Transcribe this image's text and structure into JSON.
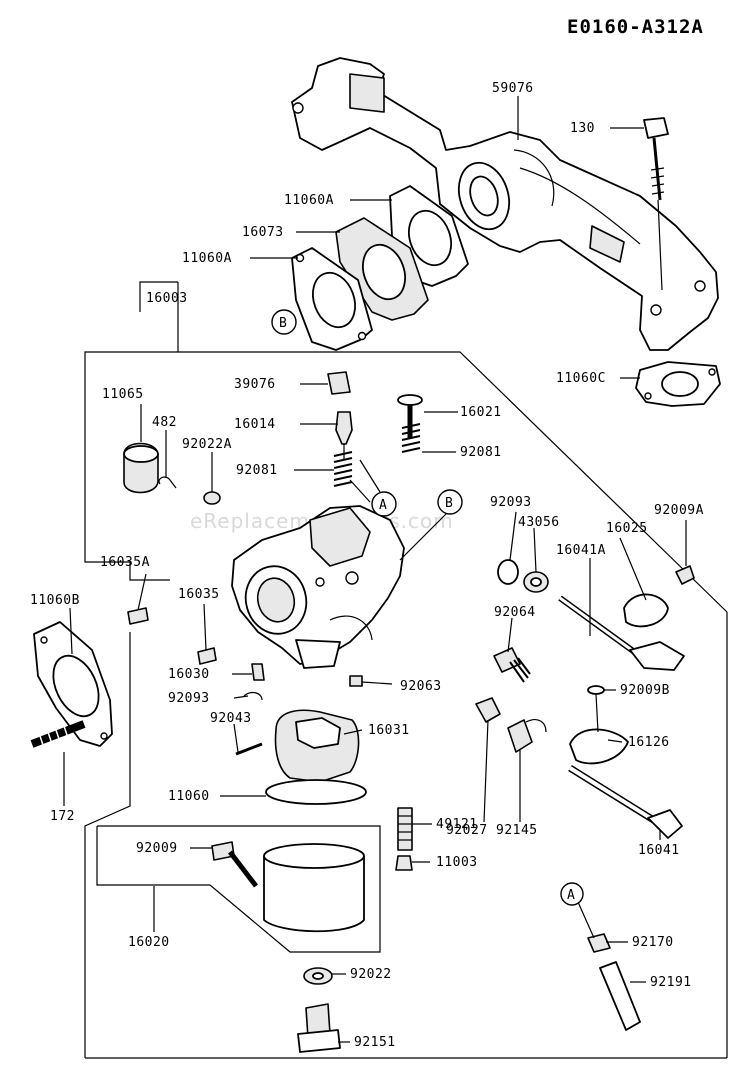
{
  "title": "E0160-A312A",
  "watermark": "eReplacementParts.com",
  "refs": {
    "a": "A",
    "b": "B"
  },
  "labels": {
    "p59076": "59076",
    "p130": "130",
    "p11060A_1": "11060A",
    "p16073": "16073",
    "p11060A_2": "11060A",
    "p16003": "16003",
    "p11060C": "11060C",
    "p11065": "11065",
    "p39076": "39076",
    "p16014": "16014",
    "p16021": "16021",
    "p482": "482",
    "p92022A": "92022A",
    "p92081_1": "92081",
    "p92081_2": "92081",
    "p92093_1": "92093",
    "p43056": "43056",
    "p16025": "16025",
    "p92009A": "92009A",
    "p16035A": "16035A",
    "p16041A": "16041A",
    "p11060B": "11060B",
    "p16035": "16035",
    "p92064": "92064",
    "p16030": "16030",
    "p92063": "92063",
    "p92093_2": "92093",
    "p92009B": "92009B",
    "p92043": "92043",
    "p16031": "16031",
    "p16126": "16126",
    "p11060": "11060",
    "p92027": "92027",
    "p92145": "92145",
    "p172": "172",
    "p49121": "49121",
    "p16041": "16041",
    "p92009": "92009",
    "p11003": "11003",
    "p16020": "16020",
    "p92170": "92170",
    "p92022": "92022",
    "p92191": "92191",
    "p92151": "92151"
  }
}
